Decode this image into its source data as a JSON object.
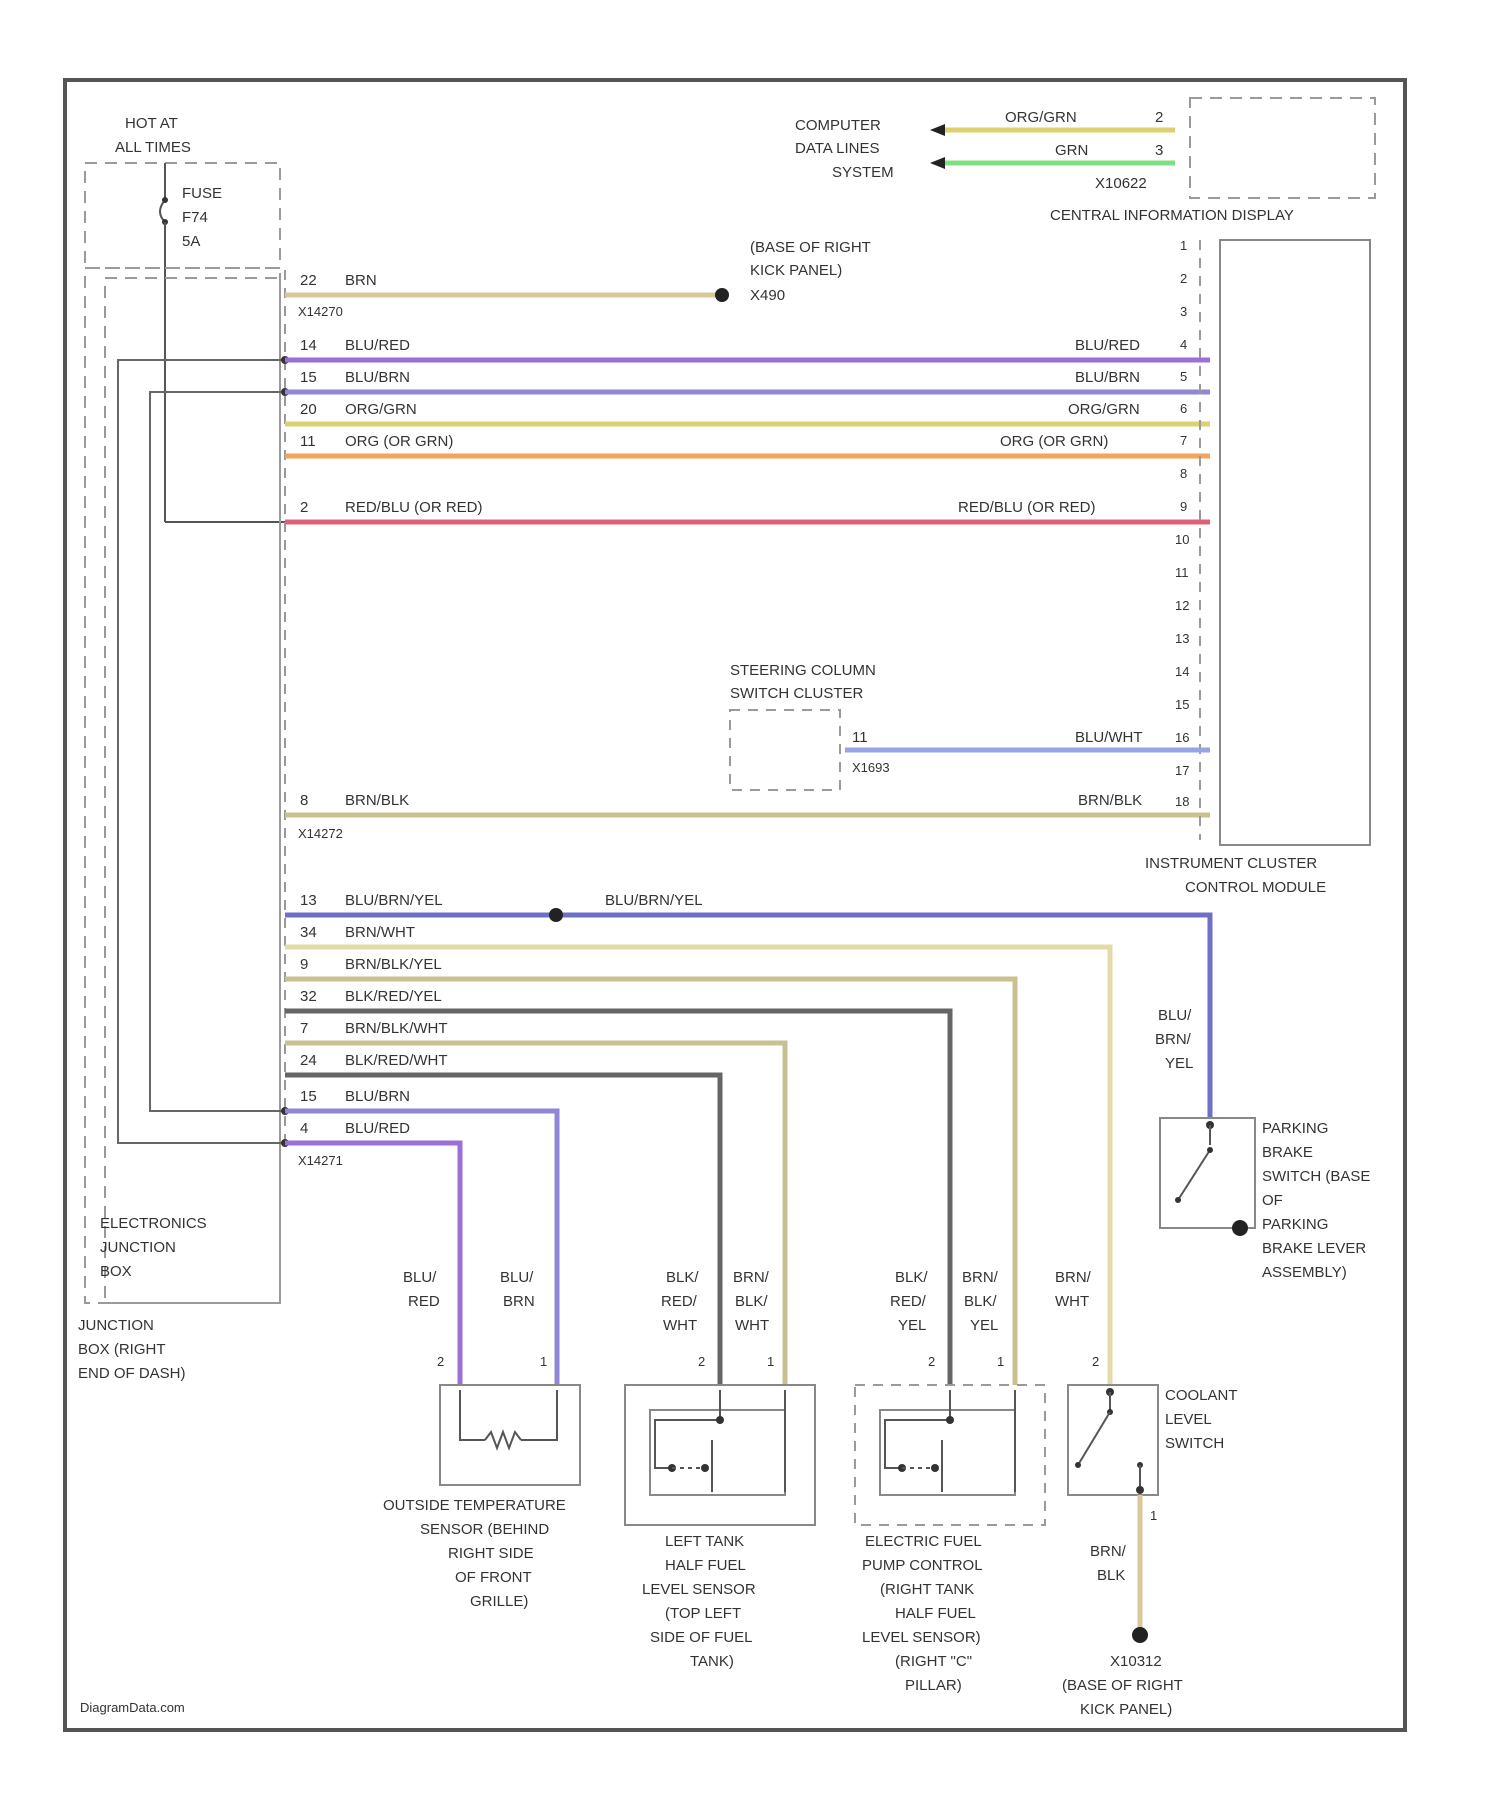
{
  "labels": {
    "hot_at": "HOT AT",
    "all_times": "ALL TIMES",
    "fuse_l1": "FUSE",
    "fuse_l2": "F74",
    "fuse_l3": "5A",
    "computer_l1": "COMPUTER",
    "computer_l2": "DATA LINES",
    "computer_l3": "SYSTEM",
    "cid_wire1": "ORG/GRN",
    "cid_pin1": "2",
    "cid_wire2": "GRN",
    "cid_pin2": "3",
    "cid_conn": "X10622",
    "cid_name": "CENTRAL INFORMATION DISPLAY",
    "ground_l1": "(BASE OF RIGHT",
    "ground_l2": "KICK PANEL)",
    "ground_l3": "X490",
    "steering_l1": "STEERING COLUMN",
    "steering_l2": "SWITCH CLUSTER",
    "steering_pin": "11",
    "steering_conn": "X1693",
    "steering_wire": "BLU/WHT",
    "ic_l1": "INSTRUMENT CLUSTER",
    "ic_l2": "CONTROL MODULE",
    "ejb_l1": "ELECTRONICS",
    "ejb_l2": "JUNCTION",
    "ejb_l3": "BOX",
    "jb_l1": "JUNCTION",
    "jb_l2": "BOX (RIGHT",
    "jb_l3": "END OF DASH)",
    "x14270": "X14270",
    "x14272": "X14272",
    "x14271": "X14271",
    "splice_wire": "BLU/BRN/YEL",
    "pb_wire_l1": "BLU/",
    "pb_wire_l2": "BRN/",
    "pb_wire_l3": "YEL",
    "pb_l1": "PARKING",
    "pb_l2": "BRAKE",
    "pb_l3": "SWITCH (BASE",
    "pb_l4": "OF",
    "pb_l5": "PARKING",
    "pb_l6": "BRAKE LEVER",
    "pb_l7": "ASSEMBLY)",
    "ots_w1_l1": "BLU/",
    "ots_w1_l2": "RED",
    "ots_w2_l1": "BLU/",
    "ots_w2_l2": "BRN",
    "ots_pin1": "2",
    "ots_pin2": "1",
    "ots_l1": "OUTSIDE TEMPERATURE",
    "ots_l2": "SENSOR (BEHIND",
    "ots_l3": "RIGHT SIDE",
    "ots_l4": "OF FRONT",
    "ots_l5": "GRILLE)",
    "lt_w1_l1": "BLK/",
    "lt_w1_l2": "RED/",
    "lt_w1_l3": "WHT",
    "lt_w2_l1": "BRN/",
    "lt_w2_l2": "BLK/",
    "lt_w2_l3": "WHT",
    "lt_pin1": "2",
    "lt_pin2": "1",
    "lt_l1": "LEFT TANK",
    "lt_l2": "HALF FUEL",
    "lt_l3": "LEVEL SENSOR",
    "lt_l4": "(TOP LEFT",
    "lt_l5": "SIDE OF FUEL",
    "lt_l6": "TANK)",
    "ef_w1_l1": "BLK/",
    "ef_w1_l2": "RED/",
    "ef_w1_l3": "YEL",
    "ef_w2_l1": "BRN/",
    "ef_w2_l2": "BLK/",
    "ef_w2_l3": "YEL",
    "ef_pin1": "2",
    "ef_pin2": "1",
    "ef_l1": "ELECTRIC FUEL",
    "ef_l2": "PUMP CONTROL",
    "ef_l3": "(RIGHT TANK",
    "ef_l4": "HALF FUEL",
    "ef_l5": "LEVEL SENSOR)",
    "ef_l6": "(RIGHT \"C\"",
    "ef_l7": "PILLAR)",
    "cl_w_l1": "BRN/",
    "cl_w_l2": "WHT",
    "cl_pin1": "2",
    "cl_pin2": "1",
    "cl_l1": "COOLANT",
    "cl_l2": "LEVEL",
    "cl_l3": "SWITCH",
    "cl_gw_l1": "BRN/",
    "cl_gw_l2": "BLK",
    "cl_g_l1": "X10312",
    "cl_g_l2": "(BASE OF RIGHT",
    "cl_g_l3": "KICK PANEL)",
    "watermark": "DiagramData.com"
  },
  "top_wires": [
    {
      "pin": "22",
      "color": "BRN"
    },
    {
      "pin": "14",
      "color": "BLU/RED"
    },
    {
      "pin": "15",
      "color": "BLU/BRN"
    },
    {
      "pin": "20",
      "color": "ORG/GRN"
    },
    {
      "pin": "11",
      "color": "ORG  (OR GRN)"
    },
    {
      "pin": "2",
      "color": "RED/BLU   (OR RED)"
    },
    {
      "pin": "8",
      "color": "BRN/BLK"
    }
  ],
  "ic_wires": [
    {
      "pin": "4",
      "color": "BLU/RED"
    },
    {
      "pin": "5",
      "color": "BLU/BRN"
    },
    {
      "pin": "6",
      "color": "ORG/GRN"
    },
    {
      "pin": "7",
      "color": "ORG      (OR GRN)"
    },
    {
      "pin": "9",
      "color": "RED/BLU     (OR RED)"
    },
    {
      "pin": "18",
      "color": "BRN/BLK"
    }
  ],
  "ic_pins": [
    "1",
    "2",
    "3",
    "4",
    "5",
    "6",
    "7",
    "8",
    "9",
    "10",
    "11",
    "12",
    "13",
    "14",
    "15",
    "16",
    "17",
    "18"
  ],
  "bottom_wires": [
    {
      "pin": "13",
      "color": "BLU/BRN/YEL"
    },
    {
      "pin": "34",
      "color": "BRN/WHT"
    },
    {
      "pin": "9",
      "color": "BRN/BLK/YEL"
    },
    {
      "pin": "32",
      "color": "BLK/RED/YEL"
    },
    {
      "pin": "7",
      "color": "BRN/BLK/WHT"
    },
    {
      "pin": "24",
      "color": "BLK/RED/WHT"
    },
    {
      "pin": "15",
      "color": "BLU/BRN"
    },
    {
      "pin": "4",
      "color": "BLU/RED"
    }
  ],
  "colors": {
    "brn": "#d9c79a",
    "tan": "#c9bf8f",
    "blu_red": "#9b6fd6",
    "blu_brn": "#8f86d8",
    "org_grn": "#ddd070",
    "org": "#f5a35a",
    "red_blu": "#e0607a",
    "grn": "#7fe07f",
    "blu_wht": "#9aa3e8",
    "blu_brn_yel": "#6f6fc8",
    "blk_red": "#666666",
    "frame": "#555555",
    "dash": "#9a9a9a"
  }
}
